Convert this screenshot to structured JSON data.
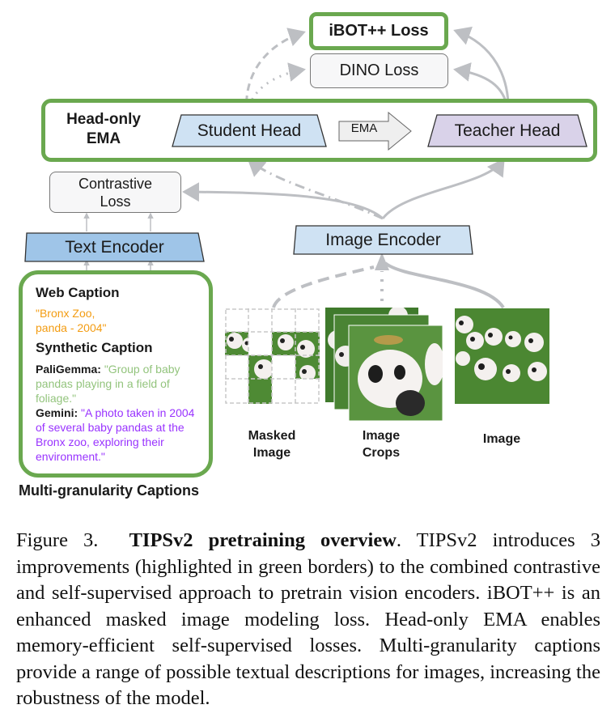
{
  "diagram": {
    "losses": {
      "ibot": "iBOT++ Loss",
      "dino": "DINO Loss",
      "contrastive": "Contrastive Loss"
    },
    "head_only_ema": {
      "label_line1": "Head-only",
      "label_line2": "EMA",
      "student_head": "Student Head",
      "teacher_head": "Teacher Head",
      "ema_arrow": "EMA"
    },
    "encoders": {
      "text": "Text Encoder",
      "image": "Image Encoder"
    },
    "captions_panel": {
      "web_caption_title": "Web Caption",
      "web_caption_text_line1": "\"Bronx Zoo,",
      "web_caption_text_line2": "panda - 2004\"",
      "synthetic_caption_title": "Synthetic Caption",
      "paligemma_label": "PaliGemma:",
      "paligemma_text": "\"Group of baby pandas playing in a field of foliage.\"",
      "gemini_label": "Gemini:",
      "gemini_text": "\"A photo taken in 2004 of several baby pandas at the Bronx zoo, exploring their environment.\"",
      "panel_title": "Multi-granularity Captions"
    },
    "images": {
      "masked_line1": "Masked",
      "masked_line2": "Image",
      "crops_line1": "Image",
      "crops_line2": "Crops",
      "full": "Image"
    },
    "colors": {
      "green_border": "#6aa84f",
      "student_head_fill": "#cfe2f3",
      "teacher_head_fill": "#d9d2e9",
      "text_encoder_fill": "#9fc5e8",
      "image_encoder_fill": "#cfe2f3",
      "web_caption_color": "#f39c12",
      "paligemma_color": "#93c47d",
      "gemini_color": "#9933ff",
      "arrow_grey": "#bdbfc3"
    }
  },
  "figure_caption": {
    "label": "Figure 3.",
    "bold_title": "TIPSv2 pretraining overview",
    "body": ". TIPSv2 introduces 3 improvements (highlighted in green borders) to the combined contrastive and self-supervised approach to pretrain vision encoders. iBOT++ is an enhanced masked image modeling loss. Head-only EMA enables memory-efficient self-supervised losses. Multi-granularity captions provide a range of possible textual descriptions for images, increasing the robustness of the model."
  }
}
